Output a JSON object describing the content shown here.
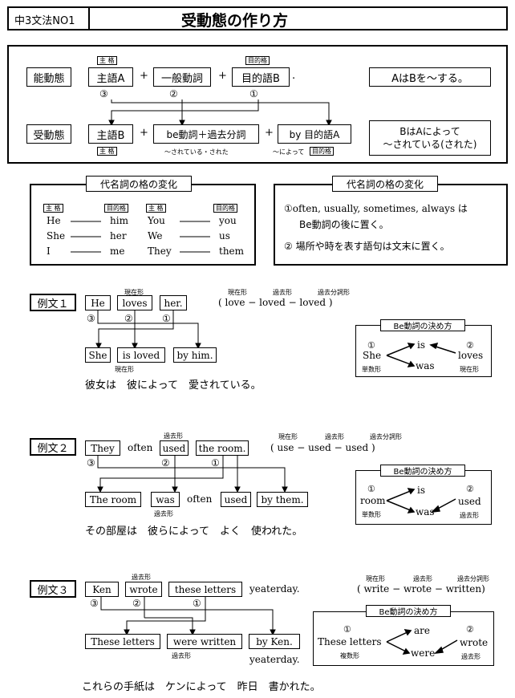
{
  "header": {
    "code": "中3文法NO1",
    "title": "受動態の作り方"
  },
  "rule": {
    "active_label": "能動態",
    "passive_label": "受動態",
    "active_parts": [
      "主語A",
      "一般動詞",
      "目的語B"
    ],
    "passive_parts": [
      "主語B",
      "be動詞＋過去分詞",
      "by 目的語A"
    ],
    "plus": "+",
    "period": ".",
    "tags": {
      "subject": "主 格",
      "object": "目的格"
    },
    "nums": [
      "③",
      "②",
      "①"
    ],
    "sub_passive_verb": "〜されている・された",
    "sub_by": "〜によって",
    "active_meaning": "AはBを〜する。",
    "passive_meaning_1": "BはAによって",
    "passive_meaning_2": "〜されている(された)"
  },
  "pronouns": {
    "title": "代名詞の格の変化",
    "subj_tag": "主 格",
    "obj_tag": "目的格",
    "rows": [
      {
        "s1": "He",
        "o1": "him",
        "s2": "You",
        "o2": "you"
      },
      {
        "s1": "She",
        "o1": "her",
        "s2": "We",
        "o2": "us"
      },
      {
        "s1": "I",
        "o1": "me",
        "s2": "They",
        "o2": "them"
      }
    ]
  },
  "notes": {
    "title": "代名詞の格の変化",
    "n1a": "①often, usually, sometimes, always は",
    "n1b": "Be動詞の後に置く。",
    "n2": "② 場所や時を表す語句は文末に置く。"
  },
  "examples": [
    {
      "label": "例文１",
      "active": [
        "He",
        "loves",
        "her."
      ],
      "active_extra": "",
      "tense_over_verb": "現在形",
      "forms_labels": [
        "現在形",
        "過去形",
        "過去分詞形"
      ],
      "forms": "( love  −  loved  −  loved )",
      "passive": [
        "She",
        "is loved",
        "by him."
      ],
      "passive_extra": "",
      "tense_under_verb": "現在形",
      "translation": "彼女は　彼によって　愛されている。",
      "be": {
        "title": "Be動詞の決め方",
        "subj": "She",
        "subj_note": "単数形",
        "top": "is",
        "bottom": "was",
        "verb": "loves",
        "verb_note": "現在形"
      }
    },
    {
      "label": "例文２",
      "active": [
        "They",
        "used",
        "the room."
      ],
      "active_extra": "often",
      "tense_over_verb": "過去形",
      "forms_labels": [
        "現在形",
        "過去形",
        "過去分詞形"
      ],
      "forms": "( use   −   used   −   used )",
      "passive": [
        "The room",
        "was",
        "used",
        "by them."
      ],
      "passive_extra": "often",
      "tense_under_verb": "過去形",
      "translation": "その部屋は　彼らによって　よく　使われた。",
      "be": {
        "title": "Be動詞の決め方",
        "subj": "room",
        "subj_note": "単数形",
        "top": "is",
        "bottom": "was",
        "verb": "used",
        "verb_note": "過去形"
      }
    },
    {
      "label": "例文３",
      "active": [
        "Ken",
        "wrote",
        "these letters"
      ],
      "active_extra": "yeaterday.",
      "tense_over_verb": "過去形",
      "forms_labels": [
        "現在形",
        "過去形",
        "過去分詞形"
      ],
      "forms": "( write  −  wrote  −  written)",
      "passive": [
        "These letters",
        "were written",
        "by Ken."
      ],
      "passive_extra": "yeaterday.",
      "tense_under_verb": "過去形",
      "translation": "これらの手紙は　ケンによって　昨日　書かれた。",
      "be": {
        "title": "Be動詞の決め方",
        "subj": "These letters",
        "subj_note": "複数形",
        "top": "are",
        "bottom": "were",
        "verb": "wrote",
        "verb_note": "過去形"
      }
    }
  ]
}
